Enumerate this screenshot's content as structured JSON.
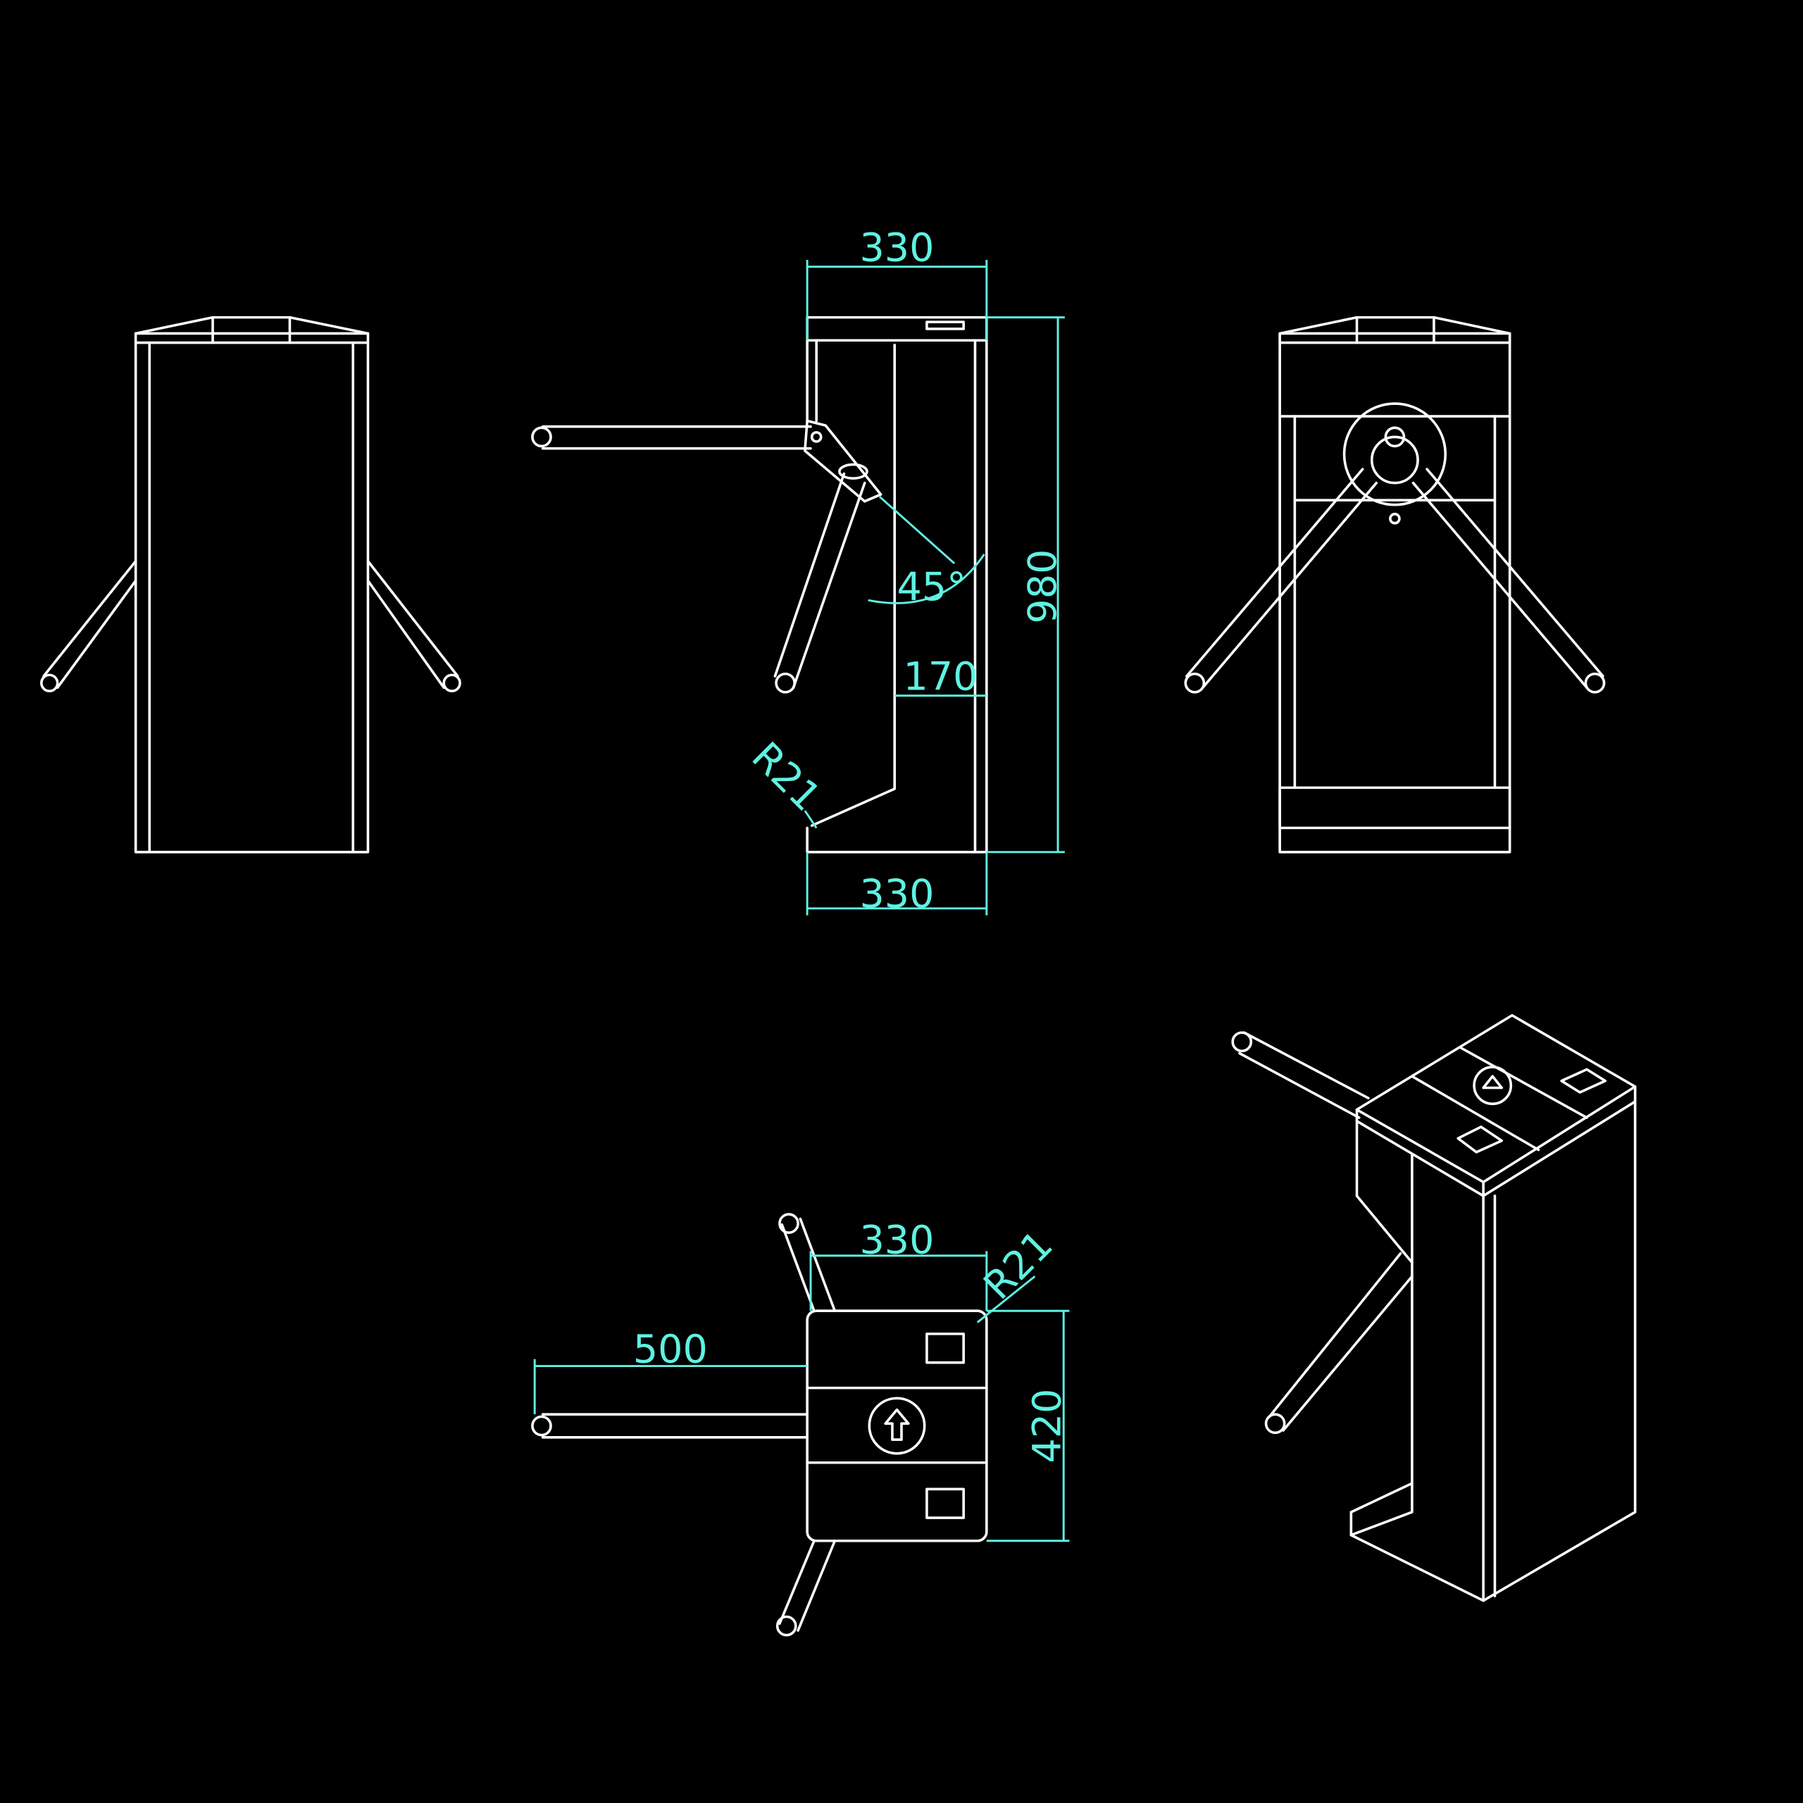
{
  "colors": {
    "background": "#000000",
    "outline": "#ffffff",
    "dimension": "#5ff2e2"
  },
  "side_view": {
    "top_width": "330",
    "height": "980",
    "arm_angle": "45°",
    "base_offset": "170",
    "radius": "R21",
    "bottom_width": "330"
  },
  "top_view": {
    "width": "330",
    "radius": "R21",
    "arm_length": "500",
    "depth": "420",
    "direction_icon": "arrow-up-icon"
  }
}
